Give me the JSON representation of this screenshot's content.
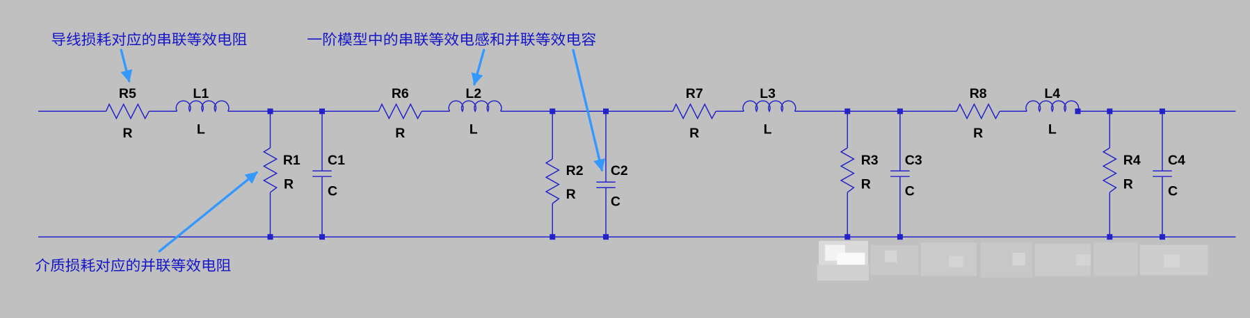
{
  "annotations": {
    "series_resistance": "导线损耗对应的串联等效电阻",
    "lc_model": "一阶模型中的串联等效电感和并联等效电容",
    "shunt_resistance": "介质损耗对应的并联等效电阻"
  },
  "series_components": [
    {
      "ref": "R5",
      "value": "R"
    },
    {
      "ref": "L1",
      "value": "L"
    },
    {
      "ref": "R6",
      "value": "R"
    },
    {
      "ref": "L2",
      "value": "L"
    },
    {
      "ref": "R7",
      "value": "R"
    },
    {
      "ref": "L3",
      "value": "L"
    },
    {
      "ref": "R8",
      "value": "R"
    },
    {
      "ref": "L4",
      "value": "L"
    }
  ],
  "shunt_components": [
    {
      "ref": "R1",
      "value": "R"
    },
    {
      "ref": "C1",
      "value": "C"
    },
    {
      "ref": "R2",
      "value": "R"
    },
    {
      "ref": "C2",
      "value": "C"
    },
    {
      "ref": "R3",
      "value": "R"
    },
    {
      "ref": "C3",
      "value": "C"
    },
    {
      "ref": "R4",
      "value": "R"
    },
    {
      "ref": "C4",
      "value": "C"
    }
  ],
  "colors": {
    "background": "#c0c0c0",
    "wire": "#2323c8",
    "label": "#000000",
    "annotation_text": "#1515c8",
    "arrow": "#3399ff"
  }
}
